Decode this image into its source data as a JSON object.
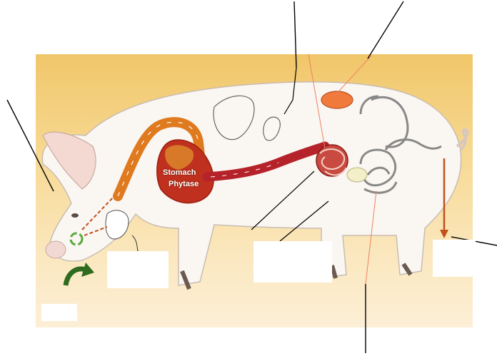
{
  "diagram": {
    "organs": {
      "stomach_label": "Stomach",
      "enzyme_label": "Phytase"
    },
    "colors": {
      "background_top": "#f1c66a",
      "background_bottom": "#fcefd6",
      "esophagus": "#e07a1f",
      "stomach": "#c0301e",
      "intestine": "#b5222a",
      "pancreas": "#f07a3c",
      "recycle_arrow": "#2e6b1f",
      "flow_arrow": "#c0501e",
      "leader_line": "#000000",
      "guide_line": "#f08060"
    },
    "answer_boxes": [
      "blank-under-snout",
      "blank-under-belly",
      "blank-right-rear",
      "blank-left-bottom"
    ]
  }
}
